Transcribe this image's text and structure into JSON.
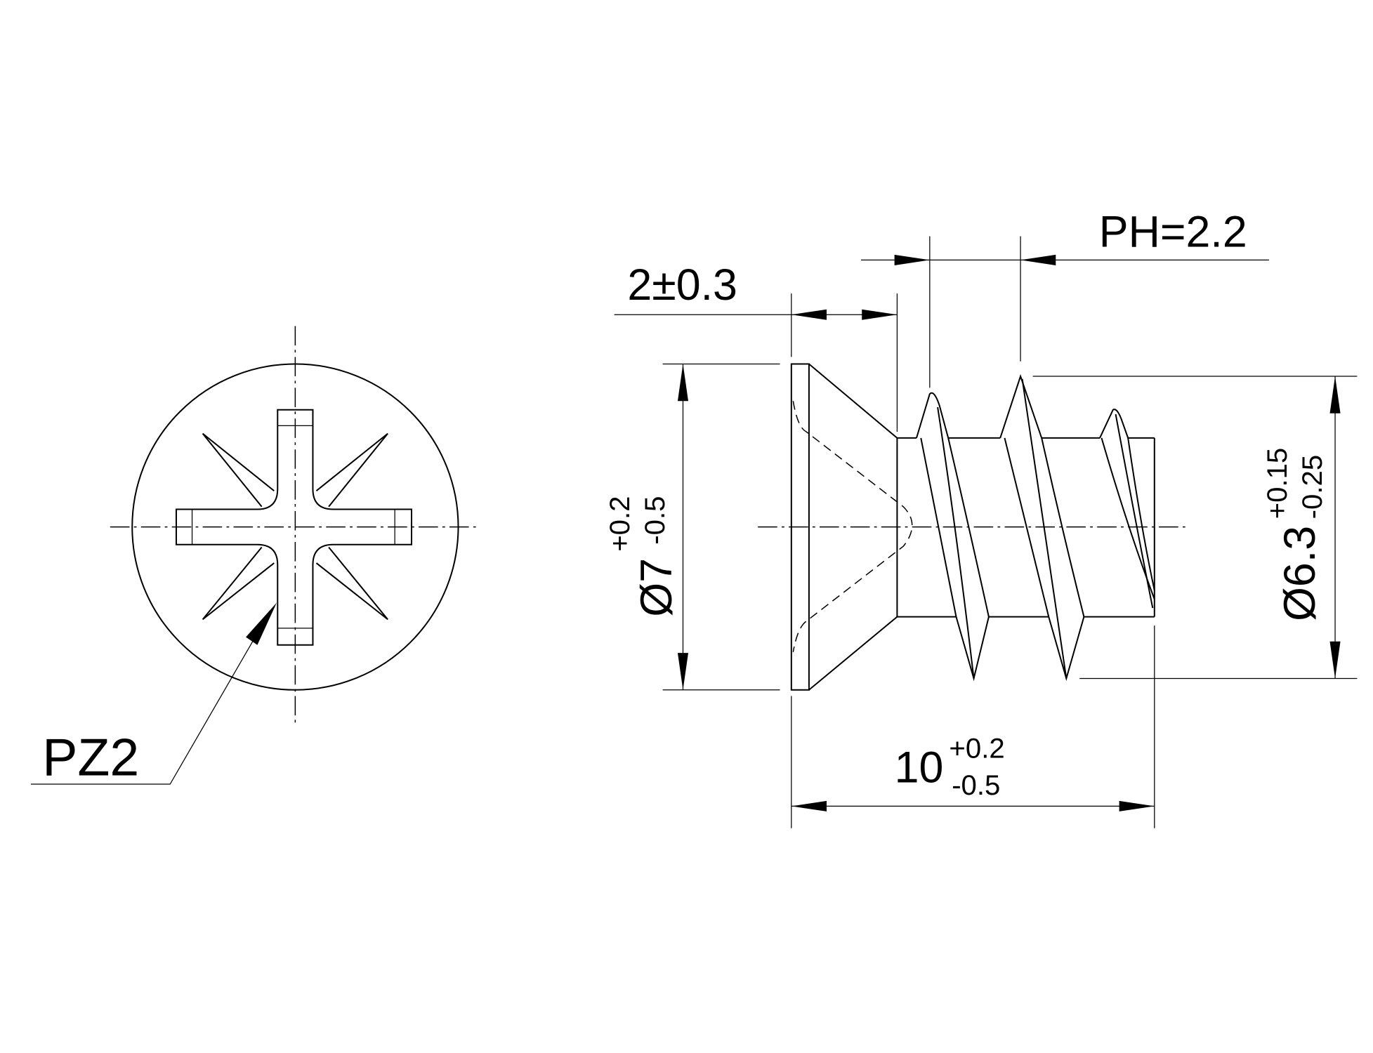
{
  "drawing": {
    "front_view": {
      "drive_label": "PZ2"
    },
    "side_view": {
      "head_height": "2±0.3",
      "pitch": "PH=2.2",
      "head_diameter": {
        "nominal": "Ø7",
        "upper_tol": "+0.2",
        "lower_tol": "-0.5"
      },
      "thread_diameter": {
        "nominal": "Ø6.3",
        "upper_tol": "+0.15",
        "lower_tol": "-0.25"
      },
      "length": {
        "nominal": "10",
        "upper_tol": "+0.2",
        "lower_tol": "-0.5"
      }
    }
  }
}
